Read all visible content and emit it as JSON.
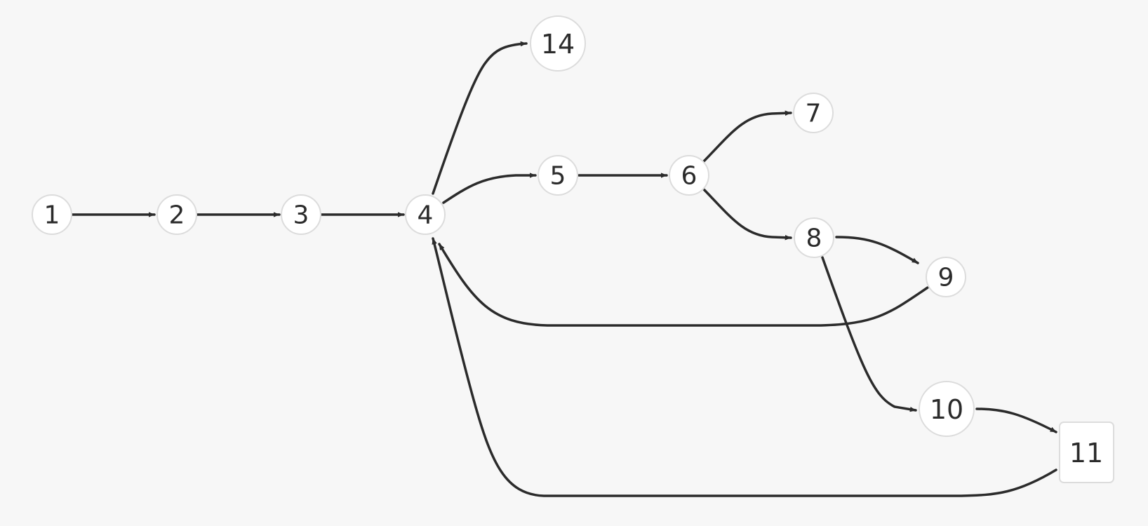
{
  "nodes": [
    {
      "id": "n1",
      "label": "1"
    },
    {
      "id": "n2",
      "label": "2"
    },
    {
      "id": "n3",
      "label": "3"
    },
    {
      "id": "n4",
      "label": "4"
    },
    {
      "id": "n5",
      "label": "5"
    },
    {
      "id": "n6",
      "label": "6"
    },
    {
      "id": "n7",
      "label": "7"
    },
    {
      "id": "n8",
      "label": "8"
    },
    {
      "id": "n9",
      "label": "9"
    },
    {
      "id": "n10",
      "label": "10"
    },
    {
      "id": "n11",
      "label": "11"
    },
    {
      "id": "n14",
      "label": "14"
    }
  ],
  "edges": [
    {
      "from": "1",
      "to": "2"
    },
    {
      "from": "2",
      "to": "3"
    },
    {
      "from": "3",
      "to": "4"
    },
    {
      "from": "4",
      "to": "14"
    },
    {
      "from": "4",
      "to": "5"
    },
    {
      "from": "5",
      "to": "6"
    },
    {
      "from": "6",
      "to": "7"
    },
    {
      "from": "6",
      "to": "8"
    },
    {
      "from": "8",
      "to": "9"
    },
    {
      "from": "8",
      "to": "10"
    },
    {
      "from": "9",
      "to": "4"
    },
    {
      "from": "10",
      "to": "11"
    },
    {
      "from": "11",
      "to": "4"
    }
  ],
  "colors": {
    "background": "#f7f7f7",
    "edge": "#2b2b2b",
    "node_fill": "#ffffff",
    "node_border": "#dcdcdc",
    "text": "#2b2b2b"
  }
}
